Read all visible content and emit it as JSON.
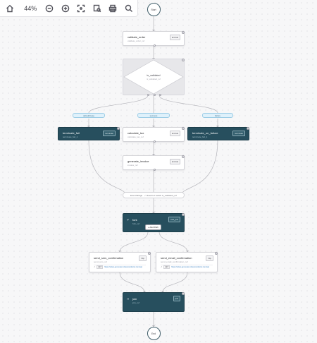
{
  "toolbar": {
    "zoom": "44%",
    "icons": [
      "home-icon",
      "zoom-out-icon",
      "zoom-in-icon",
      "fit-view-icon",
      "search-node-icon",
      "print-icon",
      "search-icon"
    ]
  },
  "nodes": {
    "start": {
      "label": "Start"
    },
    "validate_order": {
      "title": "validate_order",
      "subtitle": "validate_order_ref",
      "badge": "lambda"
    },
    "is_validated": {
      "title": "is_validated",
      "subtitle": "is_validated_ref"
    },
    "branch_default": {
      "label": "defaultCase"
    },
    "branch_success": {
      "label": "success"
    },
    "branch_failure": {
      "label": "failure"
    },
    "terminate_fail": {
      "title": "terminate_fail",
      "subtitle": "terminate_fail_1",
      "badge": "terminate"
    },
    "calculate_tax": {
      "title": "calculate_tax",
      "subtitle": "calculate_tax_ref",
      "badge": "lambda"
    },
    "terminate_on_failure": {
      "title": "terminate_on_failure",
      "subtitle": "terminate_fail_1",
      "badge": "terminate"
    },
    "generate_invoice": {
      "title": "generate_invoice",
      "subtitle": "invoice_ref",
      "badge": "lambda"
    },
    "join_label": {
      "label": "Event Bridge   ✓ Result of switch is_validated_ref"
    },
    "fork": {
      "title": "fork",
      "subtitle": "fork_ref",
      "badge": "fork_join",
      "add_path": "Add Path"
    },
    "send_sms": {
      "title": "send_sms_confirmation",
      "subtitle": "send_sms_ref",
      "badge": "http",
      "method": "GET",
      "url": "https://orkes-api-tester.orkesconductor.com/api"
    },
    "send_email": {
      "title": "send_email_confirmation",
      "subtitle": "send_email_confirmation_ref",
      "badge": "http",
      "method": "GET",
      "url": "https://orkes-api-tester.orkesconductor.com/api"
    },
    "join": {
      "title": "join",
      "subtitle": "join_ref",
      "badge": "join"
    },
    "end": {
      "label": "End"
    }
  },
  "colors": {
    "dark_node": "#274f5e",
    "pill_bg": "#dff1fb",
    "edge": "#b4b4ba"
  }
}
